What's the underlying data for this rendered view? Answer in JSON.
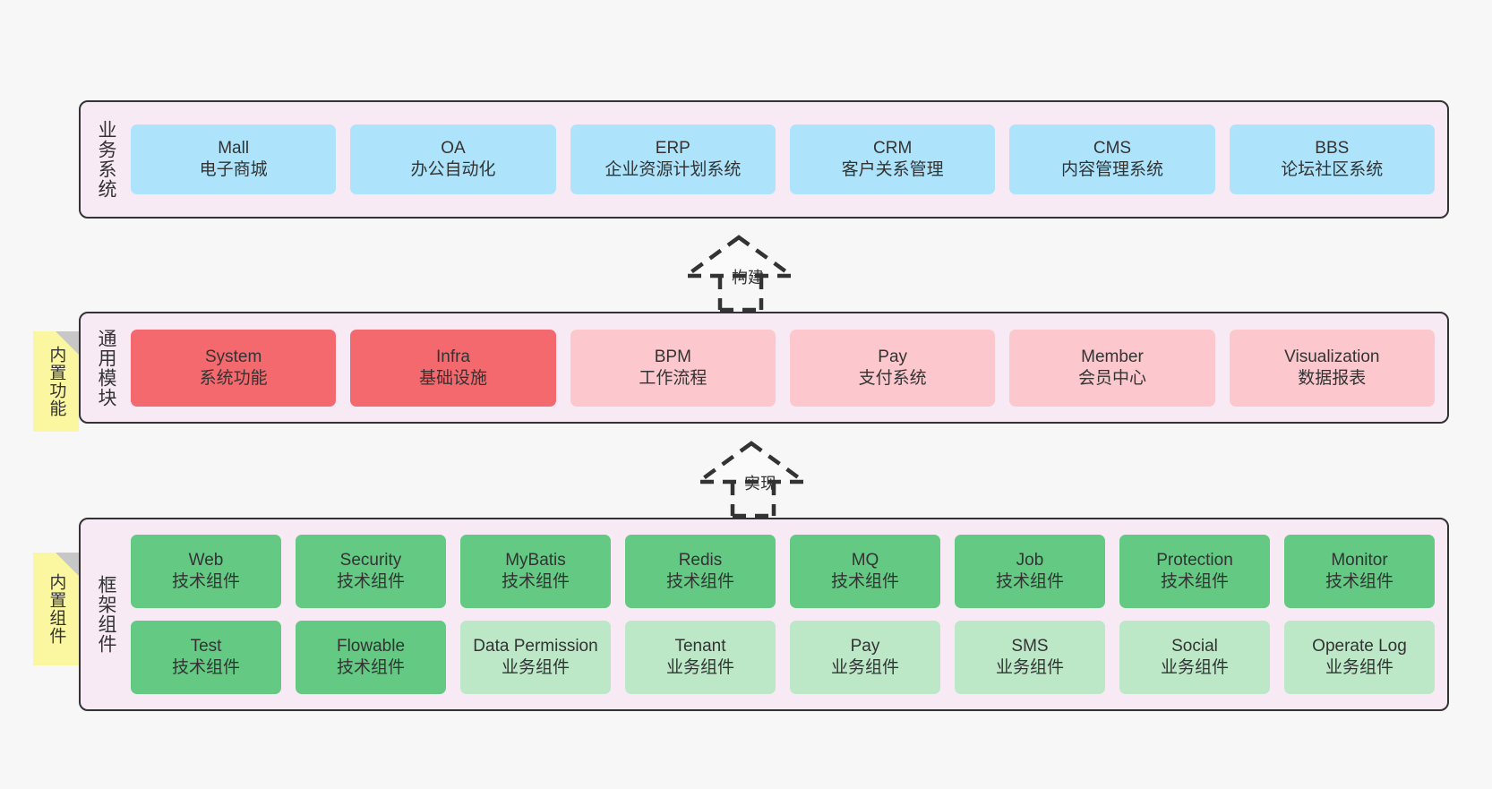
{
  "layers": [
    {
      "id": "business-systems",
      "title": "业务系统",
      "note": null,
      "rows": [
        {
          "style": "c-blue",
          "cards": [
            {
              "t1": "Mall",
              "t2": "电子商城"
            },
            {
              "t1": "OA",
              "t2": "办公自动化"
            },
            {
              "t1": "ERP",
              "t2": "企业资源计划系统"
            },
            {
              "t1": "CRM",
              "t2": "客户关系管理"
            },
            {
              "t1": "CMS",
              "t2": "内容管理系统"
            },
            {
              "t1": "BBS",
              "t2": "论坛社区系统"
            }
          ]
        }
      ]
    },
    {
      "id": "general-modules",
      "title": "通用模块",
      "note": "内置功能",
      "rows": [
        {
          "style": "mixed",
          "cards": [
            {
              "t1": "System",
              "t2": "系统功能",
              "style": "c-red"
            },
            {
              "t1": "Infra",
              "t2": "基础设施",
              "style": "c-red"
            },
            {
              "t1": "BPM",
              "t2": "工作流程",
              "style": "c-pink"
            },
            {
              "t1": "Pay",
              "t2": "支付系统",
              "style": "c-pink"
            },
            {
              "t1": "Member",
              "t2": "会员中心",
              "style": "c-pink"
            },
            {
              "t1": "Visualization",
              "t2": "数据报表",
              "style": "c-pink"
            }
          ]
        }
      ]
    },
    {
      "id": "framework-components",
      "title": "框架组件",
      "note": "内置组件",
      "rows": [
        {
          "style": "mixed",
          "cards": [
            {
              "t1": "Web",
              "t2": "技术组件",
              "style": "c-green"
            },
            {
              "t1": "Security",
              "t2": "技术组件",
              "style": "c-green"
            },
            {
              "t1": "MyBatis",
              "t2": "技术组件",
              "style": "c-green"
            },
            {
              "t1": "Redis",
              "t2": "技术组件",
              "style": "c-green"
            },
            {
              "t1": "MQ",
              "t2": "技术组件",
              "style": "c-green"
            },
            {
              "t1": "Job",
              "t2": "技术组件",
              "style": "c-green"
            },
            {
              "t1": "Protection",
              "t2": "技术组件",
              "style": "c-green"
            },
            {
              "t1": "Monitor",
              "t2": "技术组件",
              "style": "c-green"
            }
          ]
        },
        {
          "style": "mixed",
          "cards": [
            {
              "t1": "Test",
              "t2": "技术组件",
              "style": "c-green"
            },
            {
              "t1": "Flowable",
              "t2": "技术组件",
              "style": "c-green"
            },
            {
              "t1": "Data Permission",
              "t2": "业务组件",
              "style": "c-lightgreen"
            },
            {
              "t1": "Tenant",
              "t2": "业务组件",
              "style": "c-lightgreen"
            },
            {
              "t1": "Pay",
              "t2": "业务组件",
              "style": "c-lightgreen"
            },
            {
              "t1": "SMS",
              "t2": "业务组件",
              "style": "c-lightgreen"
            },
            {
              "t1": "Social",
              "t2": "业务组件",
              "style": "c-lightgreen"
            },
            {
              "t1": "Operate Log",
              "t2": "业务组件",
              "style": "c-lightgreen"
            }
          ]
        }
      ]
    }
  ],
  "connectors": [
    {
      "id": "connector-build",
      "label": "构建"
    },
    {
      "id": "connector-implement",
      "label": "实现"
    }
  ],
  "colors": {
    "panel_bg": "#f7eaf5",
    "panel_border": "#333333",
    "blue": "#ade4fb",
    "red": "#f4696e",
    "pink": "#fcc8ce",
    "green": "#63c983",
    "light_green": "#bce8c8",
    "note_yellow": "#fbf7a0",
    "note_fold": "#c7c7c7",
    "page_bg": "#f7f7f7",
    "text": "#333333"
  }
}
